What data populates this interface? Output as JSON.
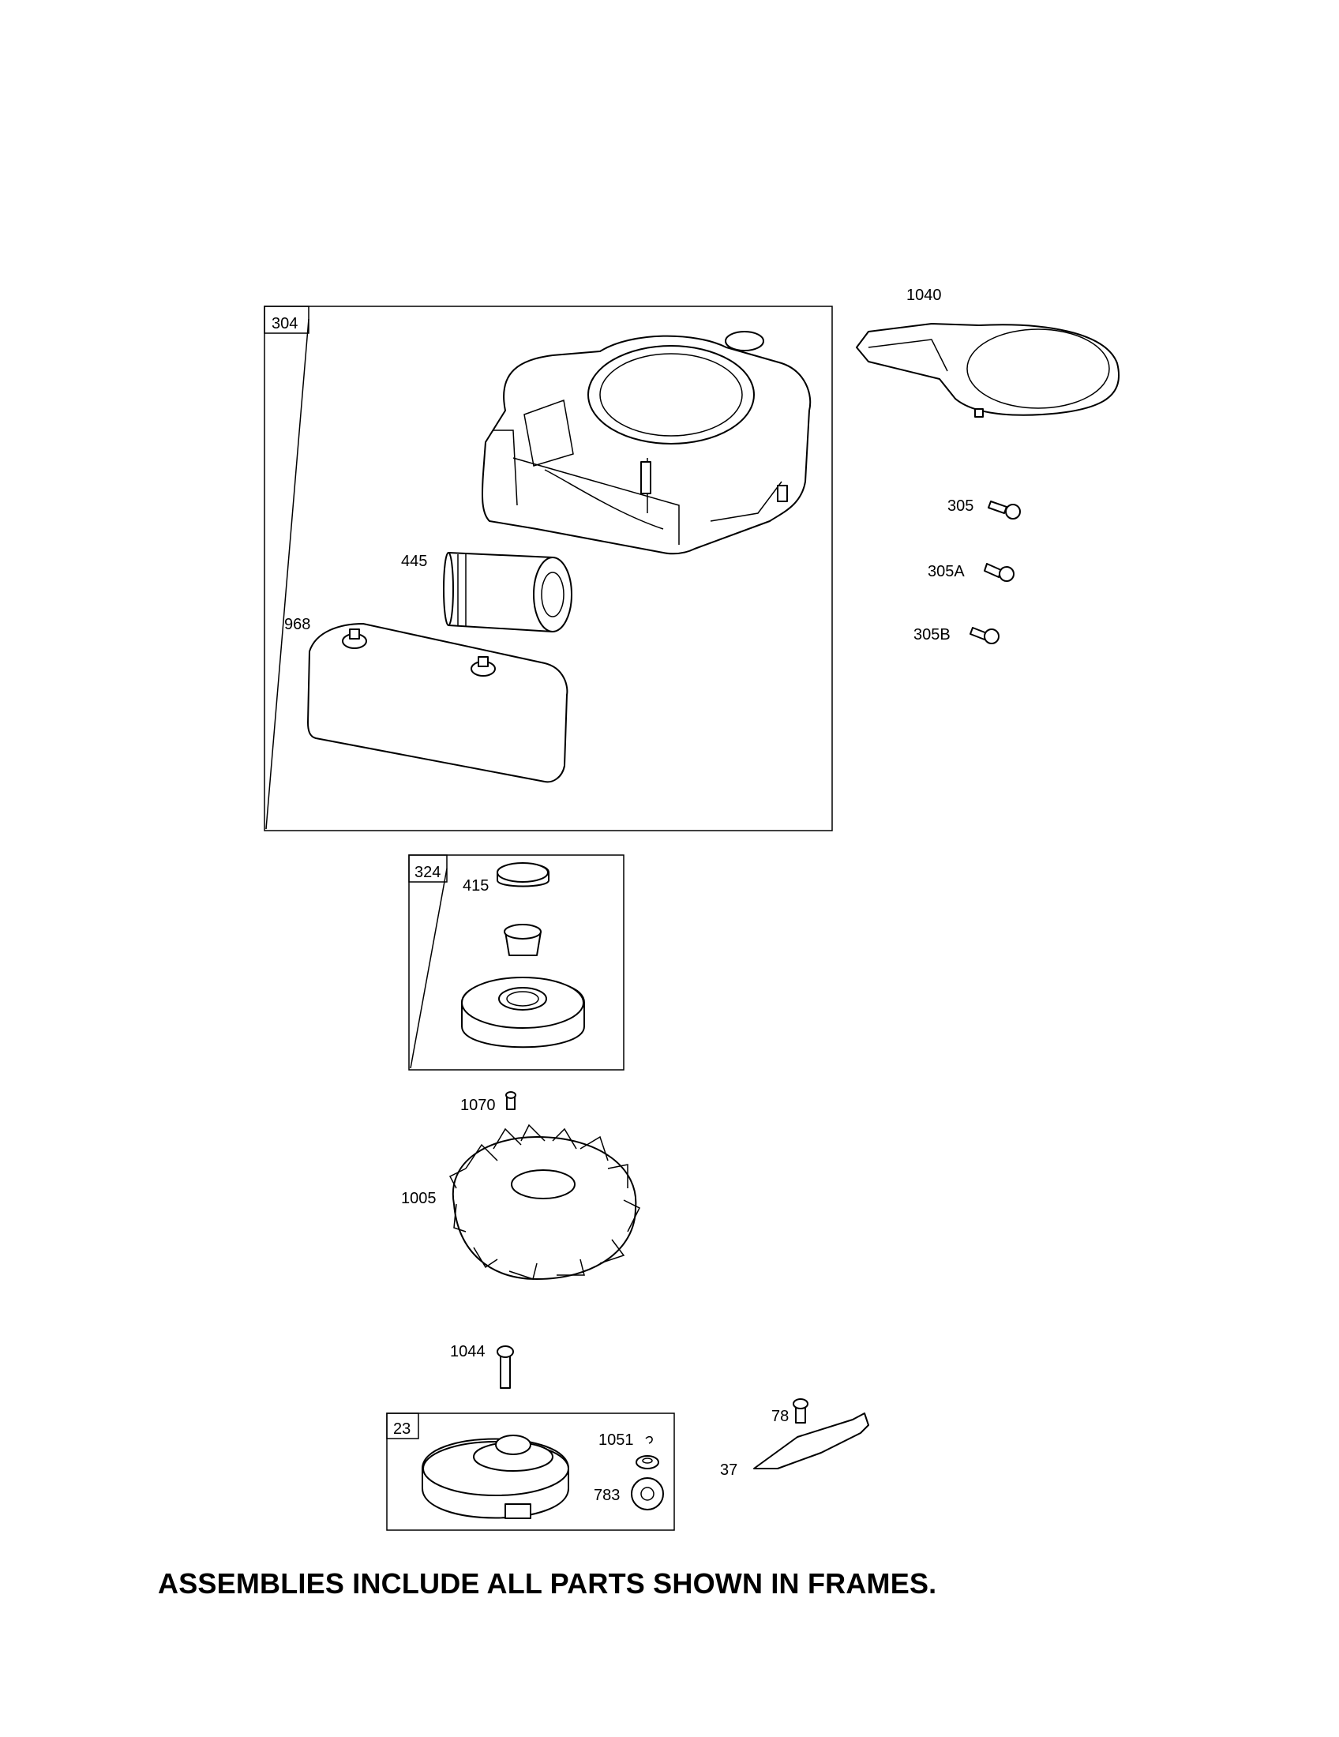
{
  "frames": [
    {
      "id": "frame-304",
      "number": "304"
    },
    {
      "id": "frame-324",
      "number": "324"
    },
    {
      "id": "frame-23",
      "number": "23"
    }
  ],
  "parts": {
    "p445": "445",
    "p968": "968",
    "p1040": "1040",
    "p305": "305",
    "p305A": "305A",
    "p305B": "305B",
    "p415": "415",
    "p1070": "1070",
    "p1005": "1005",
    "p1044": "1044",
    "p1051": "1051",
    "p783": "783",
    "p78": "78",
    "p37": "37"
  },
  "footer_note": "ASSEMBLIES INCLUDE ALL PARTS SHOWN IN FRAMES."
}
